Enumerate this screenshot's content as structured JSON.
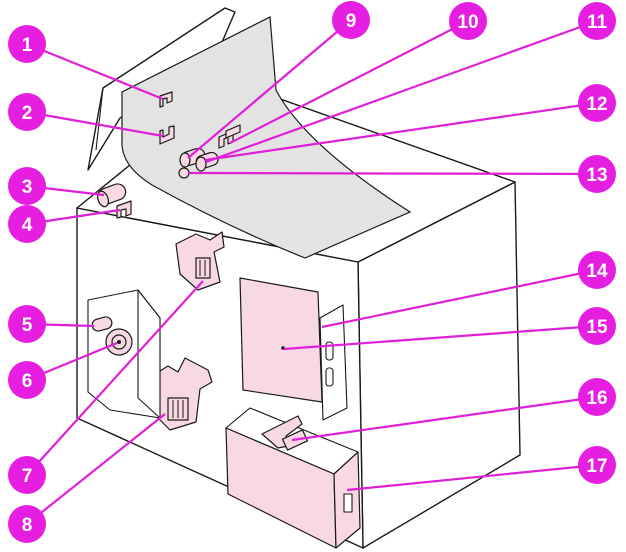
{
  "colors": {
    "callout_fill": "#e61ee1",
    "callout_text": "#ffffff",
    "leader_line": "#e020d8",
    "part_highlight": "#f8d8e4",
    "paper": "#e3e3e3",
    "outline": "#1a1a1a"
  },
  "callouts": [
    {
      "label": "1"
    },
    {
      "label": "2"
    },
    {
      "label": "3"
    },
    {
      "label": "4"
    },
    {
      "label": "5"
    },
    {
      "label": "6"
    },
    {
      "label": "7"
    },
    {
      "label": "8"
    },
    {
      "label": "9"
    },
    {
      "label": "10"
    },
    {
      "label": "11"
    },
    {
      "label": "12"
    },
    {
      "label": "13"
    },
    {
      "label": "14"
    },
    {
      "label": "15"
    },
    {
      "label": "16"
    },
    {
      "label": "17"
    }
  ]
}
